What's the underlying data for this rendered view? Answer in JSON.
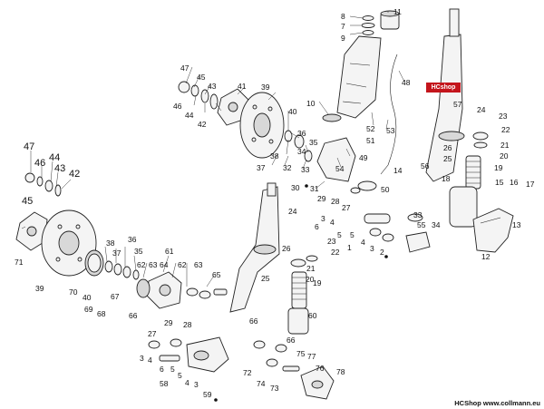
{
  "logo": {
    "text": "HCshop"
  },
  "footer": {
    "text": "HCShop www.collmann.eu"
  },
  "callouts": [
    {
      "id": "c1",
      "label": "8"
    },
    {
      "id": "c2",
      "label": "7"
    },
    {
      "id": "c3",
      "label": "9"
    },
    {
      "id": "c4",
      "label": "11"
    },
    {
      "id": "c5",
      "label": "48"
    },
    {
      "id": "c6",
      "label": "10"
    },
    {
      "id": "c7",
      "label": "52"
    },
    {
      "id": "c8",
      "label": "53"
    },
    {
      "id": "c9",
      "label": "51"
    },
    {
      "id": "c10",
      "label": "47"
    },
    {
      "id": "c11",
      "label": "45"
    },
    {
      "id": "c12",
      "label": "43"
    },
    {
      "id": "c13",
      "label": "46"
    },
    {
      "id": "c14",
      "label": "44"
    },
    {
      "id": "c15",
      "label": "42"
    },
    {
      "id": "c16",
      "label": "41"
    },
    {
      "id": "c17",
      "label": "39"
    },
    {
      "id": "c18",
      "label": "40"
    },
    {
      "id": "c19",
      "label": "36"
    },
    {
      "id": "c20",
      "label": "35"
    },
    {
      "id": "c21",
      "label": "34"
    },
    {
      "id": "c22",
      "label": "38"
    },
    {
      "id": "c23",
      "label": "37"
    },
    {
      "id": "c24",
      "label": "32"
    },
    {
      "id": "c25",
      "label": "33"
    },
    {
      "id": "c26",
      "label": "54"
    },
    {
      "id": "c27",
      "label": "49"
    },
    {
      "id": "c28",
      "label": "31"
    },
    {
      "id": "c29",
      "label": "30"
    },
    {
      "id": "c30",
      "label": "29"
    },
    {
      "id": "c31",
      "label": "28"
    },
    {
      "id": "c32",
      "label": "27"
    },
    {
      "id": "c33",
      "label": "14"
    },
    {
      "id": "c34",
      "label": "50"
    },
    {
      "id": "c35",
      "label": "57"
    },
    {
      "id": "c36",
      "label": "24"
    },
    {
      "id": "c37",
      "label": "23"
    },
    {
      "id": "c38",
      "label": "22"
    },
    {
      "id": "c39",
      "label": "26"
    },
    {
      "id": "c40",
      "label": "25"
    },
    {
      "id": "c41",
      "label": "21"
    },
    {
      "id": "c42",
      "label": "20"
    },
    {
      "id": "c43",
      "label": "19"
    },
    {
      "id": "c44",
      "label": "56"
    },
    {
      "id": "c45",
      "label": "18"
    },
    {
      "id": "c46",
      "label": "15"
    },
    {
      "id": "c47",
      "label": "16"
    },
    {
      "id": "c48",
      "label": "17"
    },
    {
      "id": "c49",
      "label": "13"
    },
    {
      "id": "c50",
      "label": "12"
    },
    {
      "id": "c51",
      "label": "33"
    },
    {
      "id": "c52",
      "label": "55"
    },
    {
      "id": "c53",
      "label": "34"
    },
    {
      "id": "c54",
      "label": "47"
    },
    {
      "id": "c55",
      "label": "46"
    },
    {
      "id": "c56",
      "label": "44"
    },
    {
      "id": "c57",
      "label": "43"
    },
    {
      "id": "c58",
      "label": "42"
    },
    {
      "id": "c59",
      "label": "45"
    },
    {
      "id": "c60",
      "label": "71"
    },
    {
      "id": "c61",
      "label": "39"
    },
    {
      "id": "c62",
      "label": "70"
    },
    {
      "id": "c63",
      "label": "40"
    },
    {
      "id": "c64",
      "label": "69"
    },
    {
      "id": "c65",
      "label": "68"
    },
    {
      "id": "c66",
      "label": "67"
    },
    {
      "id": "c67",
      "label": "66"
    },
    {
      "id": "c68",
      "label": "38"
    },
    {
      "id": "c69",
      "label": "37"
    },
    {
      "id": "c70",
      "label": "36"
    },
    {
      "id": "c71",
      "label": "35"
    },
    {
      "id": "c72",
      "label": "62"
    },
    {
      "id": "c73",
      "label": "63"
    },
    {
      "id": "c74",
      "label": "64"
    },
    {
      "id": "c75",
      "label": "61"
    },
    {
      "id": "c76",
      "label": "62"
    },
    {
      "id": "c77",
      "label": "63"
    },
    {
      "id": "c78",
      "label": "65"
    },
    {
      "id": "c79",
      "label": "24"
    },
    {
      "id": "c80",
      "label": "3"
    },
    {
      "id": "c81",
      "label": "4"
    },
    {
      "id": "c82",
      "label": "6"
    },
    {
      "id": "c83",
      "label": "5"
    },
    {
      "id": "c84",
      "label": "23"
    },
    {
      "id": "c85",
      "label": "22"
    },
    {
      "id": "c86",
      "label": "5"
    },
    {
      "id": "c87",
      "label": "1"
    },
    {
      "id": "c88",
      "label": "4"
    },
    {
      "id": "c89",
      "label": "3"
    },
    {
      "id": "c90",
      "label": "2"
    },
    {
      "id": "c91",
      "label": "26"
    },
    {
      "id": "c92",
      "label": "25"
    },
    {
      "id": "c93",
      "label": "21"
    },
    {
      "id": "c94",
      "label": "19"
    },
    {
      "id": "c95",
      "label": "20"
    },
    {
      "id": "c96",
      "label": "60"
    },
    {
      "id": "c97",
      "label": "66"
    },
    {
      "id": "c98",
      "label": "66"
    },
    {
      "id": "c99",
      "label": "29"
    },
    {
      "id": "c100",
      "label": "28"
    },
    {
      "id": "c101",
      "label": "27"
    },
    {
      "id": "c102",
      "label": "3"
    },
    {
      "id": "c103",
      "label": "4"
    },
    {
      "id": "c104",
      "label": "6"
    },
    {
      "id": "c105",
      "label": "5"
    },
    {
      "id": "c106",
      "label": "58"
    },
    {
      "id": "c107",
      "label": "5"
    },
    {
      "id": "c108",
      "label": "4"
    },
    {
      "id": "c109",
      "label": "3"
    },
    {
      "id": "c110",
      "label": "59"
    },
    {
      "id": "c111",
      "label": "75"
    },
    {
      "id": "c112",
      "label": "77"
    },
    {
      "id": "c113",
      "label": "76"
    },
    {
      "id": "c114",
      "label": "78"
    },
    {
      "id": "c115",
      "label": "72"
    },
    {
      "id": "c116",
      "label": "74"
    },
    {
      "id": "c117",
      "label": "73"
    }
  ]
}
